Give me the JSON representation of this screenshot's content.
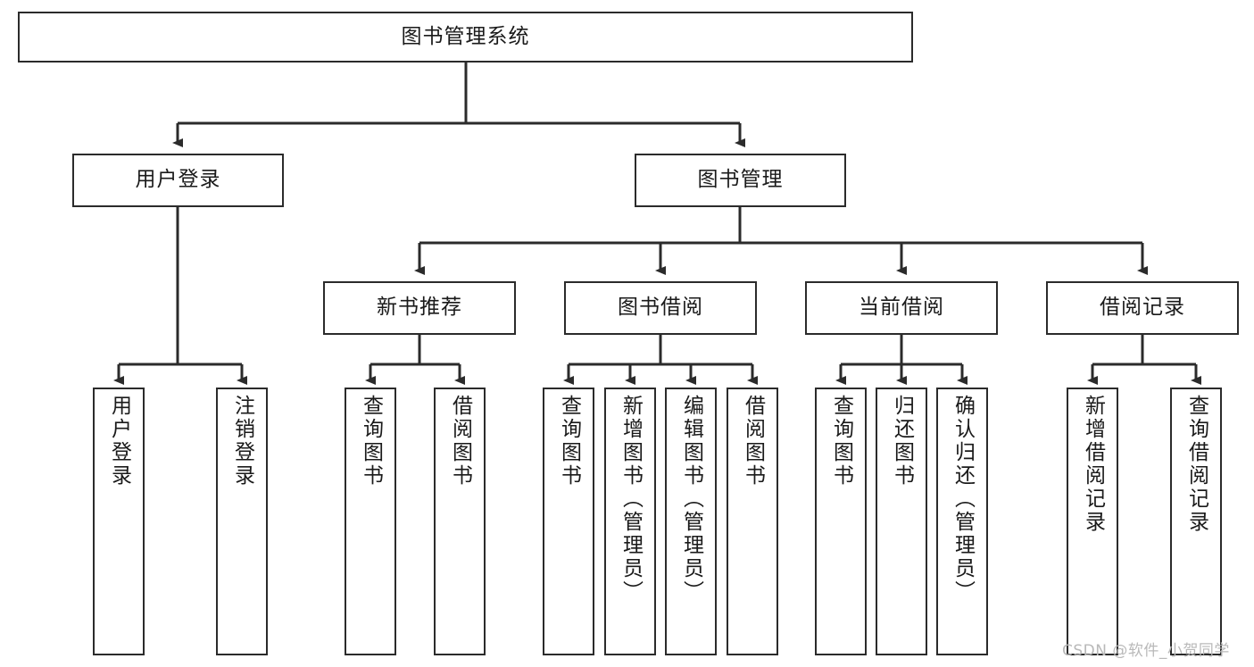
{
  "diagram": {
    "type": "tree-hierarchy",
    "title": "图书管理系统",
    "watermark": "CSDN @软件_小贺同学",
    "colors": {
      "box_border": "#2b2b2b",
      "box_fill": "#ffffff",
      "connector": "#2b2b2b",
      "text": "#1a1a1a",
      "watermark": "#b9b9b9"
    },
    "levels": {
      "root": {
        "label": "图书管理系统"
      },
      "level2": [
        {
          "id": "user-login",
          "label": "用户登录"
        },
        {
          "id": "book-manage",
          "label": "图书管理"
        }
      ],
      "level3": [
        {
          "id": "new-book-recommend",
          "label": "新书推荐",
          "parent": "book-manage"
        },
        {
          "id": "book-borrow",
          "label": "图书借阅",
          "parent": "book-manage"
        },
        {
          "id": "current-borrow",
          "label": "当前借阅",
          "parent": "book-manage"
        },
        {
          "id": "borrow-record",
          "label": "借阅记录",
          "parent": "book-manage"
        }
      ],
      "leaves": [
        {
          "id": "leaf-user-login",
          "label": "用户登录",
          "parent": "user-login"
        },
        {
          "id": "leaf-logout",
          "label": "注销登录",
          "parent": "user-login"
        },
        {
          "id": "leaf-query-book-1",
          "label": "查询图书",
          "parent": "new-book-recommend"
        },
        {
          "id": "leaf-borrow-book-1",
          "label": "借阅图书",
          "parent": "new-book-recommend"
        },
        {
          "id": "leaf-query-book-2",
          "label": "查询图书",
          "parent": "book-borrow"
        },
        {
          "id": "leaf-add-book",
          "label": "新增图书（管理员）",
          "parent": "book-borrow"
        },
        {
          "id": "leaf-edit-book",
          "label": "编辑图书（管理员）",
          "parent": "book-borrow"
        },
        {
          "id": "leaf-borrow-book-2",
          "label": "借阅图书",
          "parent": "book-borrow"
        },
        {
          "id": "leaf-query-book-3",
          "label": "查询图书",
          "parent": "current-borrow"
        },
        {
          "id": "leaf-return-book",
          "label": "归还图书",
          "parent": "current-borrow"
        },
        {
          "id": "leaf-confirm-return",
          "label": "确认归还（管理员）",
          "parent": "current-borrow"
        },
        {
          "id": "leaf-add-record",
          "label": "新增借阅记录",
          "parent": "borrow-record"
        },
        {
          "id": "leaf-query-record",
          "label": "查询借阅记录",
          "parent": "borrow-record"
        }
      ]
    }
  }
}
